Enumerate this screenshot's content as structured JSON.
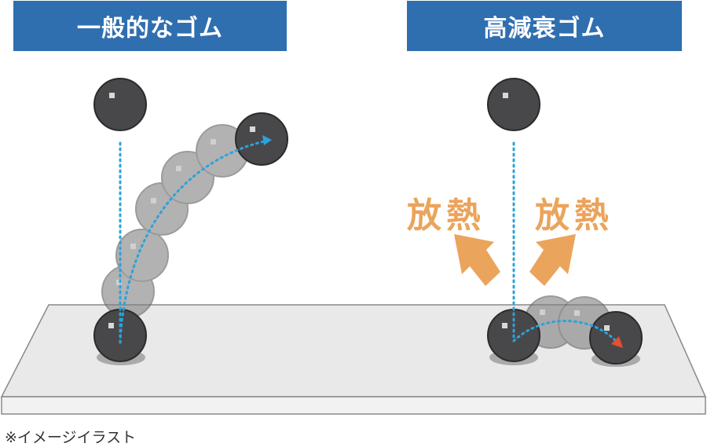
{
  "labels": {
    "left": "一般的なゴム",
    "right": "高減衰ゴム"
  },
  "heat": {
    "left": "放熱",
    "right": "放熱"
  },
  "note": "※イメージイラスト",
  "colors": {
    "header_bg": "#2f6fb0",
    "ball": "#48484a",
    "ghost_ball": "#8c8c8c",
    "path_dots": "#2aa3dd",
    "arrow_head_blue": "#2aa3dd",
    "arrow_head_red": "#e5502e",
    "heat_arrow": "#eba45b",
    "floor": "#e9e9e9"
  }
}
